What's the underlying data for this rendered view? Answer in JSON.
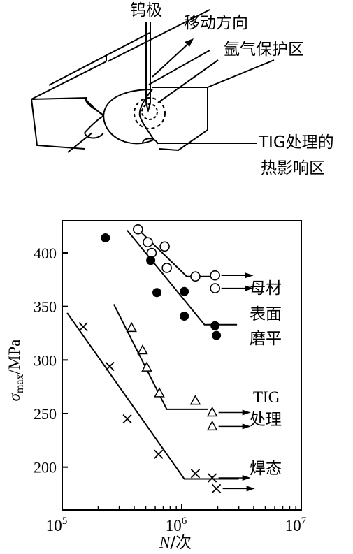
{
  "diagram": {
    "labels": {
      "electrode": "钨极",
      "direction": "移动方向",
      "shielding": "氩气保护区",
      "haz_line1": "TIG处理的",
      "haz_line2": "热影响区"
    }
  },
  "chart_data": {
    "type": "scatter",
    "x_scale": "log",
    "xlim": [
      100000,
      10000000
    ],
    "ylim": [
      160,
      430
    ],
    "x_ticks": [
      {
        "value": 100000,
        "base": "10",
        "exp": "5"
      },
      {
        "value": 1000000,
        "base": "10",
        "exp": "6"
      },
      {
        "value": 10000000,
        "base": "10",
        "exp": "7"
      }
    ],
    "y_ticks": [
      200,
      250,
      300,
      350,
      400
    ],
    "xlabel": {
      "italic": "N",
      "rest": "/次"
    },
    "ylabel": {
      "sigma": "σ",
      "sub": "max",
      "rest": "/MPa"
    },
    "grid": false,
    "series": [
      {
        "name": "母材",
        "marker": "circle-open",
        "label_lines": [
          "母材"
        ],
        "points": [
          [
            430000,
            422
          ],
          [
            520000,
            410
          ],
          [
            720000,
            406
          ],
          [
            560000,
            400
          ],
          [
            750000,
            386
          ],
          [
            1300000,
            378
          ],
          [
            1900000,
            379
          ],
          [
            1900000,
            367
          ]
        ],
        "runouts": [
          [
            1900000,
            379
          ],
          [
            1900000,
            367
          ]
        ],
        "fit": [
          [
            450000,
            420
          ],
          [
            1100000,
            378
          ],
          [
            1950000,
            378
          ]
        ]
      },
      {
        "name": "表面磨平",
        "marker": "circle-filled",
        "label_lines": [
          "表面",
          "磨平"
        ],
        "points": [
          [
            230000,
            414
          ],
          [
            550000,
            393
          ],
          [
            620000,
            363
          ],
          [
            1050000,
            364
          ],
          [
            1050000,
            341
          ],
          [
            1900000,
            332
          ],
          [
            1950000,
            323
          ]
        ],
        "fit": [
          [
            350000,
            421
          ],
          [
            1550000,
            333
          ],
          [
            2900000,
            333
          ]
        ]
      },
      {
        "name": "TIG处理",
        "marker": "triangle-open",
        "label_lines": [
          "TIG",
          "处理"
        ],
        "points": [
          [
            380000,
            330
          ],
          [
            470000,
            309
          ],
          [
            510000,
            293
          ],
          [
            650000,
            269
          ],
          [
            1300000,
            262
          ],
          [
            1800000,
            251
          ],
          [
            1800000,
            238
          ]
        ],
        "runouts": [
          [
            1800000,
            251
          ],
          [
            1800000,
            238
          ]
        ],
        "fit": [
          [
            270000,
            352
          ],
          [
            750000,
            254
          ],
          [
            1650000,
            254
          ]
        ]
      },
      {
        "name": "焊态",
        "marker": "cross",
        "label_lines": [
          "焊态"
        ],
        "points": [
          [
            150000,
            331
          ],
          [
            250000,
            294
          ],
          [
            350000,
            245
          ],
          [
            640000,
            212
          ],
          [
            1300000,
            194
          ],
          [
            1800000,
            190
          ],
          [
            1950000,
            180
          ]
        ],
        "runouts": [
          [
            1800000,
            190
          ],
          [
            1950000,
            180
          ]
        ],
        "fit": [
          [
            110000,
            344
          ],
          [
            1050000,
            189
          ],
          [
            3000000,
            189
          ]
        ]
      }
    ]
  }
}
